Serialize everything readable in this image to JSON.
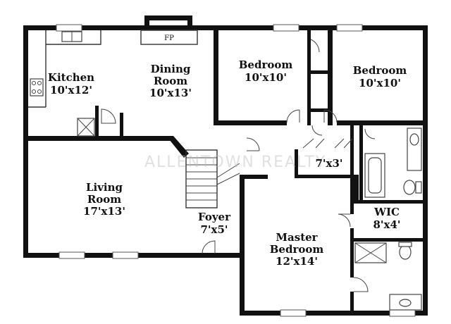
{
  "rooms": {
    "kitchen": {
      "name": "Kitchen",
      "size": "10'x12'"
    },
    "dining": {
      "name1": "Dining",
      "name2": "Room",
      "size": "10'x13'"
    },
    "bedroom2": {
      "name": "Bedroom",
      "size": "10'x10'"
    },
    "bedroom3": {
      "name": "Bedroom",
      "size": "10'x10'"
    },
    "living": {
      "name1": "Living",
      "name2": "Room",
      "size": "17'x13'"
    },
    "foyer": {
      "name": "Foyer",
      "size": "7'x5'"
    },
    "hall": {
      "size": "7'x3'"
    },
    "wic": {
      "name": "WIC",
      "size": "8'x4'"
    },
    "master": {
      "name1": "Master",
      "name2": "Bedroom",
      "size": "12'x14'"
    }
  },
  "fireplace": {
    "label": "FP"
  },
  "watermark": {
    "text": "ALLENTOWN REALTY"
  }
}
